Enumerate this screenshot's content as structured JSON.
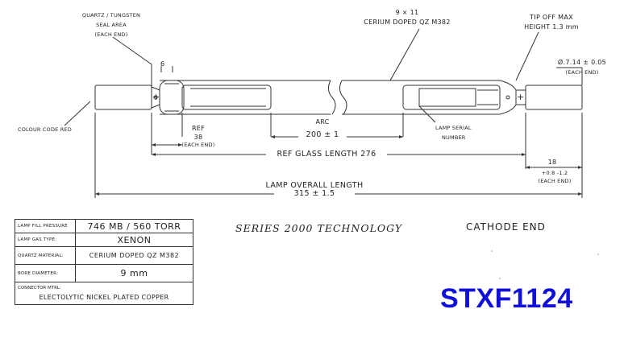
{
  "labels": {
    "quartz_seal_1": "QUARTZ / TUNGSTEN",
    "quartz_seal_2": "SEAL AREA",
    "quartz_seal_3": "(EACH END)",
    "dim_6": "6",
    "bore_1": "9 × 11",
    "bore_2": "CERIUM DOPED QZ M382",
    "tip_off_1": "TIP OFF MAX",
    "tip_off_2": "HEIGHT 1.3 mm",
    "cap_dia": "Ø.7.14 ± 0.05",
    "cap_each": "(EACH END)",
    "colour_code": "COLOUR CODE RED",
    "ref_label": "REF",
    "ref_value": "38",
    "ref_each": "(EACH END)",
    "arc_label": "ARC",
    "arc_value": "200 ± 1",
    "lamp_serial_1": "LAMP SERIAL",
    "lamp_serial_2": "NUMBER",
    "ref_glass_length": "REF GLASS LENGTH 276",
    "end_value": "18",
    "end_tol": "+0.8   -1.2",
    "end_each": "(EACH END)",
    "overall_label": "LAMP OVERALL LENGTH",
    "overall_value": "315 ± 1.5",
    "plus_left": "+",
    "plus_right": "+"
  },
  "specs": {
    "fill_pressure_label": "LAMP FILL PRESSURE",
    "fill_pressure_value": "746 MB / 560 TORR",
    "gas_type_label": "LAMP GAS TYPE:",
    "gas_type_value": "XENON",
    "quartz_label": "QUARTZ MATERIAL:",
    "quartz_value": "CERIUM DOPED QZ M382",
    "bore_label": "BORE DIAMETER:",
    "bore_value": "9 mm",
    "connector_label": "CONNECTOR MTRL:",
    "connector_value": "ELECTOLYTIC NICKEL PLATED COPPER"
  },
  "series_text": "SERIES 2000 TECHNOLOGY",
  "cathode_text": "CATHODE END",
  "model_number": "STXF1124",
  "colors": {
    "model": "#1010d8",
    "line": "#333333"
  }
}
